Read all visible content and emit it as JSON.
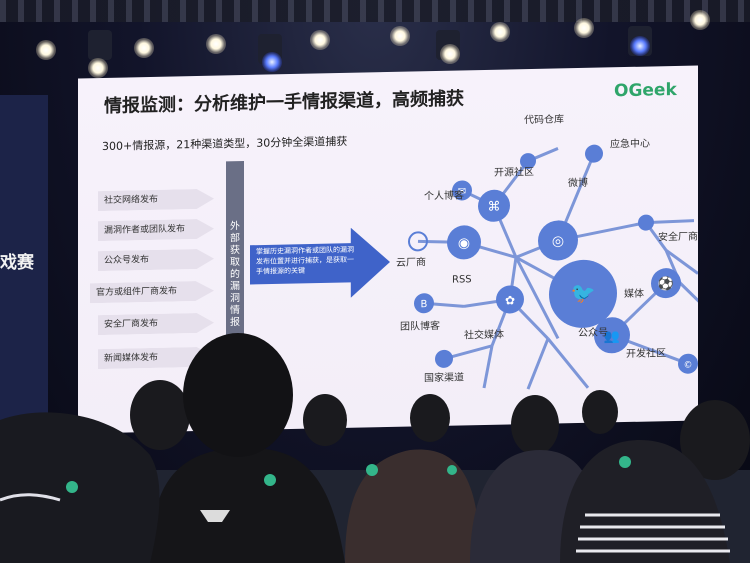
{
  "banner": {
    "text": "戏赛"
  },
  "slide": {
    "title": "情报监测：分析维护一手情报渠道，高频捕获",
    "subtitle": "300+情报源，21种渠道类型，30分钟全渠道捕获",
    "logo": "OGeek",
    "sources": [
      "社交网络发布",
      "漏洞作者或团队发布",
      "公众号发布",
      "官方或组件厂商发布",
      "安全厂商发布",
      "新闻媒体发布"
    ],
    "collector": "外部获取的漏洞情报",
    "arrow_text": "掌握历史漏洞作者或团队的漏洞发布位置并进行捕获，是获取一手情报源的关键",
    "network": {
      "code_repo": "代码仓库",
      "open_source": "开源社区",
      "emergency": "应急中心",
      "personal_blog": "个人博客",
      "weibo": "微博",
      "security_vendor": "安全厂商",
      "cloud_vendor": "云厂商",
      "rss": "RSS",
      "media": "媒体",
      "team_blog": "团队博客",
      "social_media": "社交媒体",
      "wechat_account": "公众号",
      "national_channel": "国家渠道",
      "dev_community": "开发社区"
    }
  },
  "colors": {
    "slide_bg": "#f5f0fa",
    "node_blue": "#5a7ed6",
    "arrow_blue": "#3f63c9",
    "logo_green": "#2fa56a"
  }
}
